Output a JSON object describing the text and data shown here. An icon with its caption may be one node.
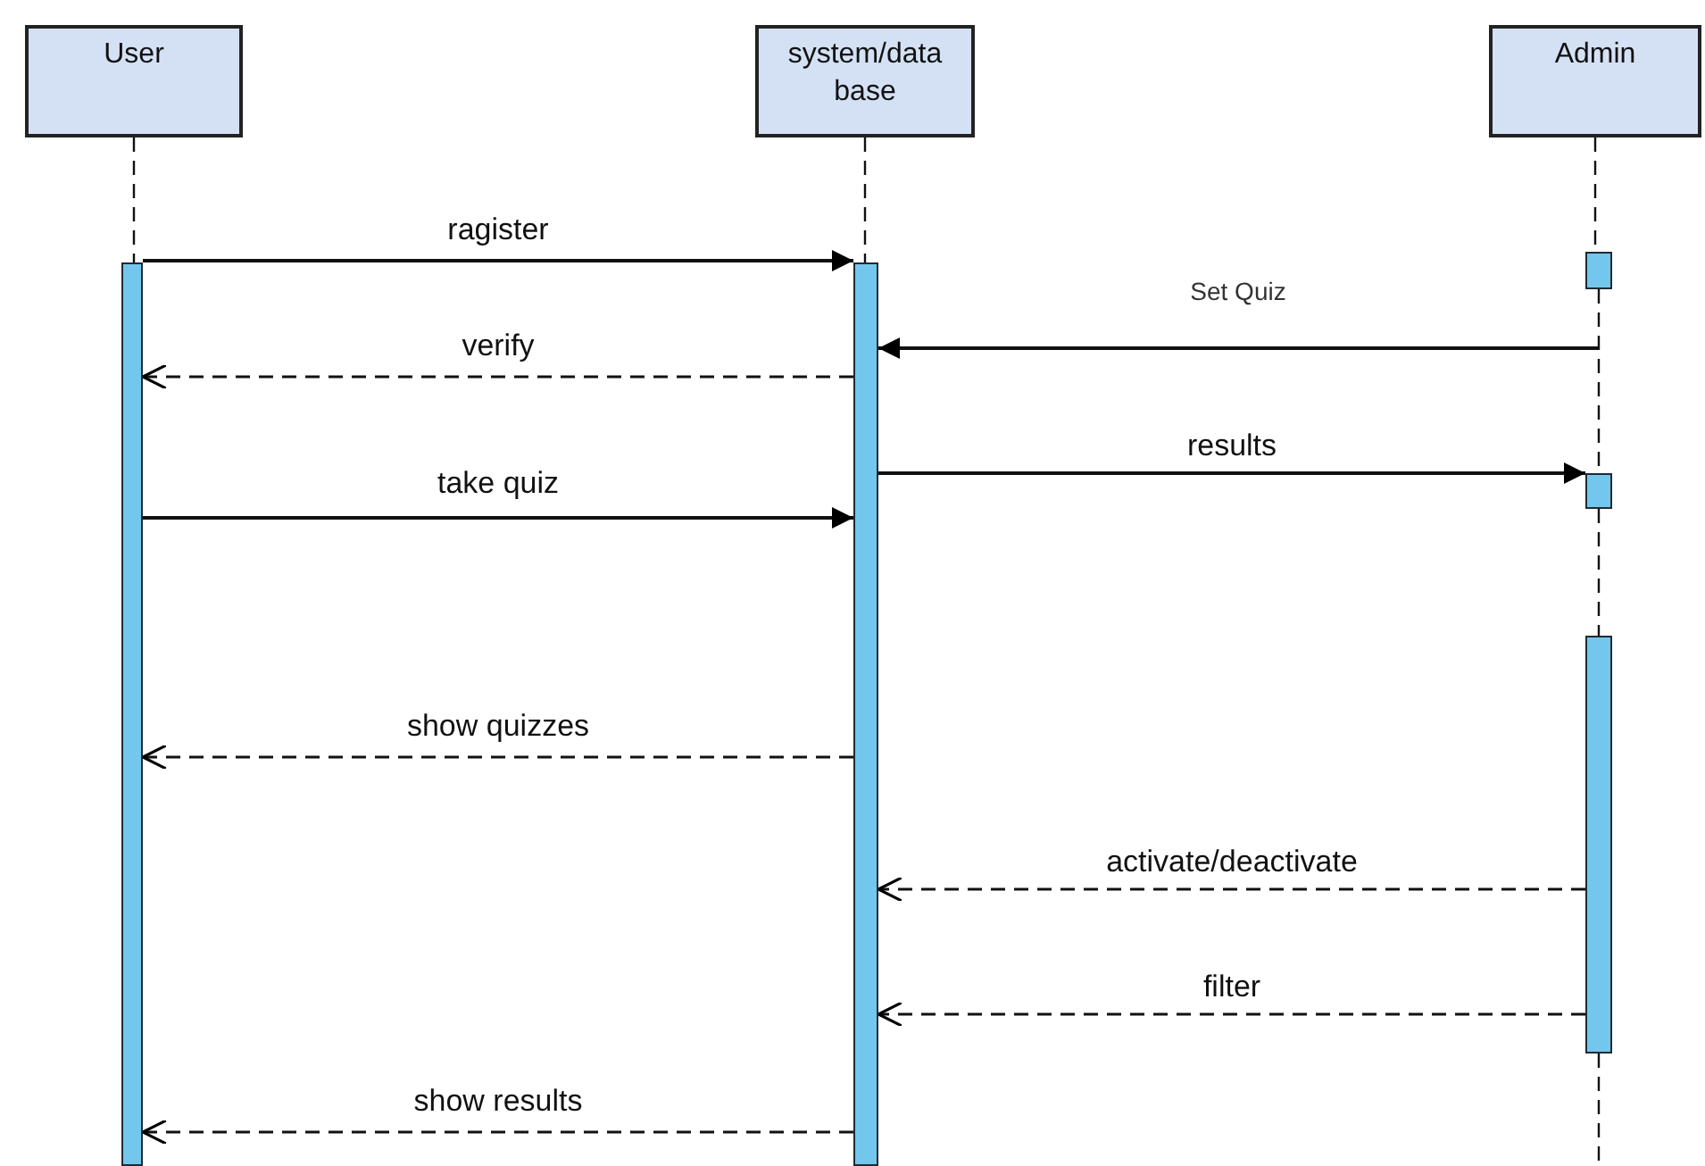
{
  "diagram": {
    "nodes": [
      {
        "text": [
          "User"
        ]
      },
      {
        "text": [
          "system/data base"
        ]
      },
      {
        "text": [
          "Admin"
        ]
      },
      {
        "text": [],
        "shape": "bar"
      },
      {
        "text": [],
        "shape": "bar"
      },
      {
        "text": [],
        "shape": "bar"
      },
      {
        "text": [],
        "shape": "bar"
      },
      {
        "text": [],
        "shape": "bar"
      }
    ],
    "edges": [
      {
        "from": 0,
        "to": 3,
        "arrow": "none",
        "style": "dashed"
      },
      {
        "from": 1,
        "to": 4,
        "arrow": "none",
        "style": "dashed"
      },
      {
        "from": 2,
        "to": 5,
        "arrow": "none",
        "style": "dashed"
      },
      {
        "from": 5,
        "to": 6,
        "arrow": "none",
        "style": "dashed"
      },
      {
        "from": 6,
        "to": 7,
        "arrow": "none",
        "style": "dashed"
      },
      {
        "from": 7,
        "to": null,
        "arrow": "none",
        "style": "dashed"
      },
      {
        "from": 3,
        "to": 4,
        "arrow": "to",
        "label": "ragister"
      },
      {
        "from": null,
        "to": 4,
        "arrow": "to",
        "label": "Set Quiz"
      },
      {
        "from": 4,
        "to": 3,
        "arrow": "to",
        "label": "verify",
        "style": "dashed"
      },
      {
        "from": 4,
        "to": 6,
        "arrow": "to",
        "label": "results"
      },
      {
        "from": 3,
        "to": 4,
        "arrow": "to",
        "label": "take quiz"
      },
      {
        "from": 4,
        "to": 3,
        "arrow": "to",
        "label": "show quizzes",
        "style": "dashed"
      },
      {
        "from": 7,
        "to": 4,
        "arrow": "to",
        "label": "activate/deactivate",
        "style": "dashed"
      },
      {
        "from": 7,
        "to": 4,
        "arrow": "to",
        "label": "filter",
        "style": "dashed"
      },
      {
        "from": 4,
        "to": 3,
        "arrow": "to",
        "label": "show results",
        "style": "dashed"
      }
    ]
  }
}
